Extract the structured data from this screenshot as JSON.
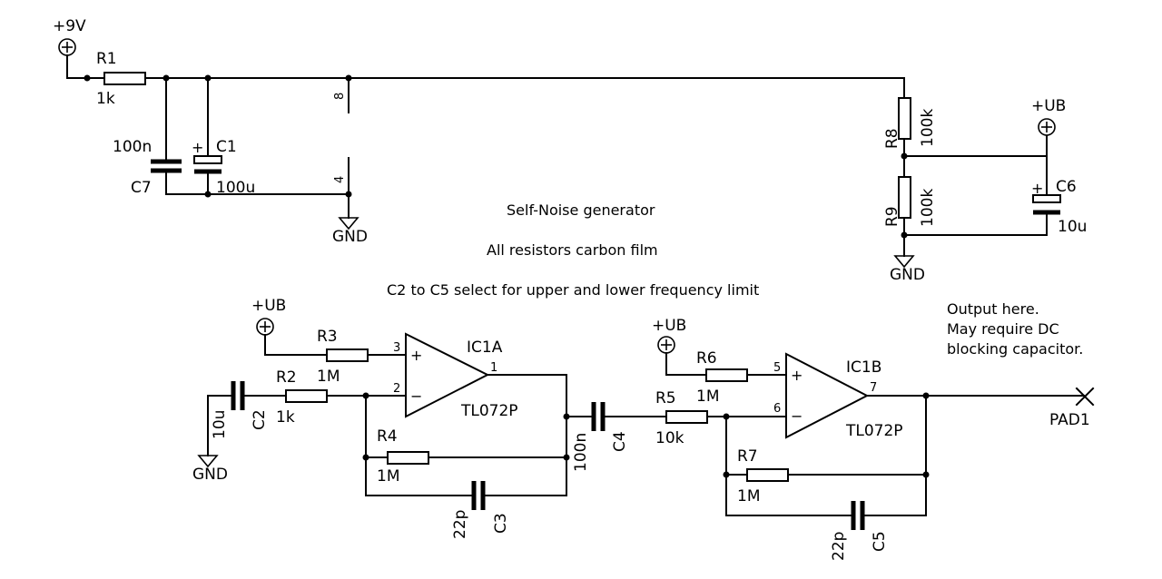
{
  "notes": {
    "title": "Self-Noise generator",
    "line2": "All resistors carbon film",
    "line3": "C2 to C5 select for upper and lower frequency limit",
    "output1": "Output here.",
    "output2": "May require DC",
    "output3": "blocking capacitor."
  },
  "power": {
    "v9": "+9V",
    "ub1": "+UB",
    "ub2": "+UB",
    "ub3": "+UB",
    "gnd1": "GND",
    "gnd2": "GND",
    "gnd3": "GND"
  },
  "components": {
    "R1": {
      "ref": "R1",
      "value": "1k"
    },
    "R2": {
      "ref": "R2",
      "value": "1k"
    },
    "R3": {
      "ref": "R3",
      "value": "1M"
    },
    "R4": {
      "ref": "R4",
      "value": "1M"
    },
    "R5": {
      "ref": "R5",
      "value": "10k"
    },
    "R6": {
      "ref": "R6",
      "value": "1M"
    },
    "R7": {
      "ref": "R7",
      "value": "1M"
    },
    "R8": {
      "ref": "R8",
      "value": "100k"
    },
    "R9": {
      "ref": "R9",
      "value": "100k"
    },
    "C1": {
      "ref": "C1",
      "value": "100u"
    },
    "C2": {
      "ref": "C2",
      "value": "10u"
    },
    "C3": {
      "ref": "C3",
      "value": "22p"
    },
    "C4": {
      "ref": "C4",
      "value": "100n"
    },
    "C5": {
      "ref": "C5",
      "value": "22p"
    },
    "C6": {
      "ref": "C6",
      "value": "10u"
    },
    "C7": {
      "ref": "C7",
      "value": "100n"
    },
    "IC1A": {
      "ref": "IC1A",
      "value": "TL072P"
    },
    "IC1B": {
      "ref": "IC1B",
      "value": "TL072P"
    },
    "PAD1": {
      "ref": "PAD1"
    }
  },
  "pins": {
    "ic_vcc": "8",
    "ic_gnd": "4",
    "a_plus": "3",
    "a_minus": "2",
    "a_out": "1",
    "b_plus": "5",
    "b_minus": "6",
    "b_out": "7"
  },
  "symbols": {
    "plus": "+",
    "minus": "−",
    "cap_plus": "+"
  }
}
